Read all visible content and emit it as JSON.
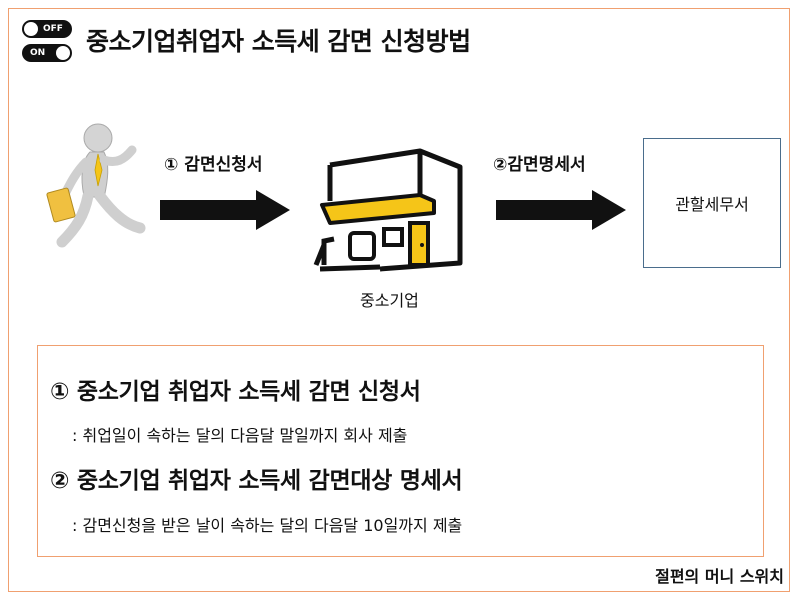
{
  "toggles": {
    "off_label": "OFF",
    "on_label": "ON"
  },
  "header": {
    "title": "중소기업취업자 소득세 감면 신청방법"
  },
  "flow": {
    "step1_label": "① 감면신청서",
    "step2_label": "②감면명세서",
    "company_label": "중소기업",
    "office_label": "관할세무서"
  },
  "details": {
    "item1_title": "① 중소기업 취업자 소득세 감면 신청서",
    "item1_desc": ": 취업일이 속하는 달의 다음달 말일까지 회사 제출",
    "item2_title": "② 중소기업 취업자 소득세 감면대상 명세서",
    "item2_desc": ": 감면신청을 받은 날이 속하는 달의 다음달 10일까지 제출"
  },
  "footer": {
    "watermark": "절편의 머니 스위치"
  },
  "colors": {
    "frame_border": "#f0a070",
    "office_border": "#4a6d8c",
    "accent_yellow": "#f5c518",
    "arrow": "#111111"
  }
}
